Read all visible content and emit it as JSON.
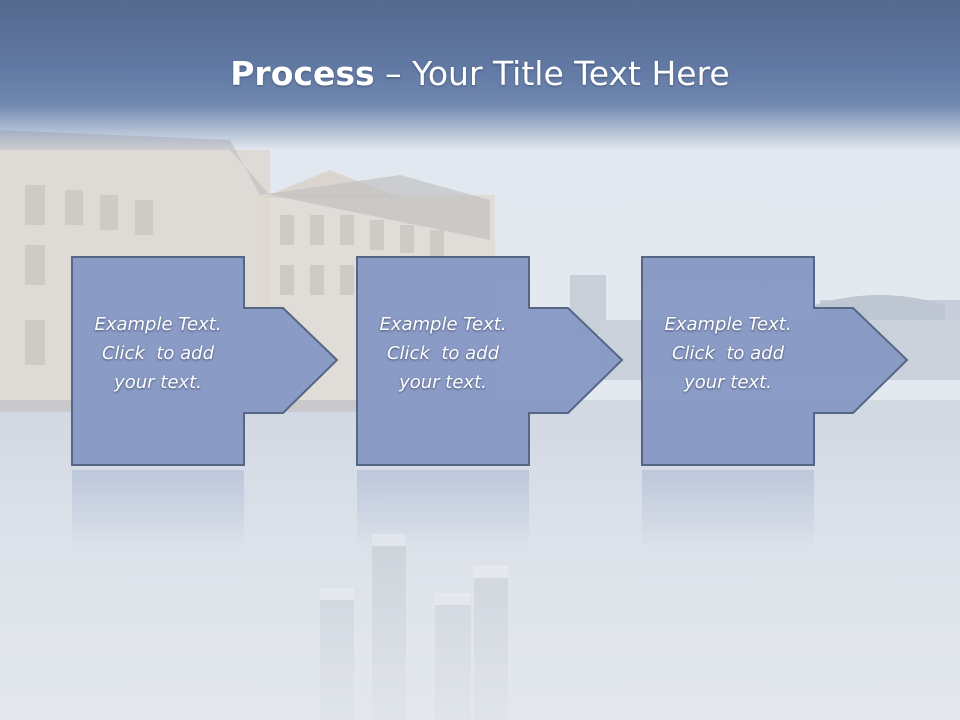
{
  "slide": {
    "title_bold": "Process",
    "title_rest": " – Your Title Text Here",
    "background_icon": "harbor-photo",
    "colors": {
      "title_band": "#5b709a",
      "box_fill": "#8799c4",
      "box_stroke": "#556785",
      "text": "#ffffff"
    }
  },
  "steps": [
    {
      "line1": "Example Text.",
      "line2": "Click  to add",
      "line3": "your text."
    },
    {
      "line1": "Example Text.",
      "line2": "Click  to add",
      "line3": "your text."
    },
    {
      "line1": "Example Text.",
      "line2": "Click  to add",
      "line3": "your text."
    }
  ]
}
